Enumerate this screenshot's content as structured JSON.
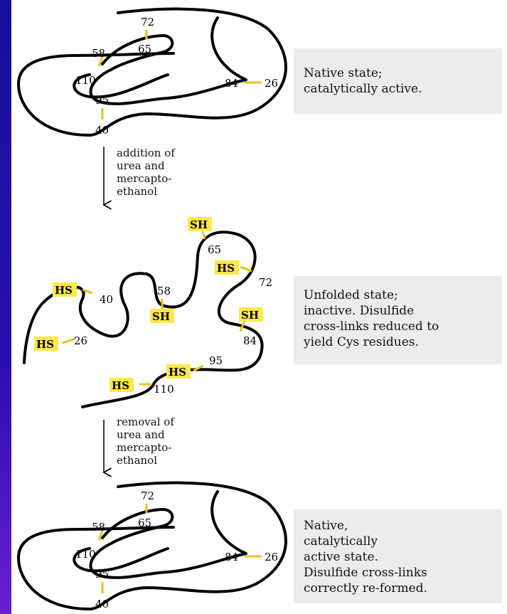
{
  "states": [
    {
      "description_lines": [
        "Native state;",
        "catalytically active."
      ],
      "residues": [
        "72",
        "65",
        "58",
        "110",
        "84",
        "26",
        "95",
        "40"
      ]
    },
    {
      "description_lines": [
        "Unfolded state;",
        "inactive.  Disulfide",
        "cross-links reduced to",
        "yield Cys residues."
      ],
      "residues": [
        "65",
        "72",
        "40",
        "58",
        "26",
        "84",
        "95",
        "110"
      ],
      "thiol_groups": [
        "SH",
        "HS",
        "HS",
        "SH",
        "SH",
        "HS",
        "HS",
        "HS"
      ]
    },
    {
      "description_lines": [
        "Native,",
        "catalytically",
        "active state.",
        "Disulfide cross-links",
        "correctly re-formed."
      ],
      "residues": [
        "72",
        "65",
        "58",
        "110",
        "84",
        "26",
        "95",
        "40"
      ]
    }
  ],
  "steps": [
    {
      "lines": [
        "addition of",
        "urea and",
        "mercapto-",
        "ethanol"
      ]
    },
    {
      "lines": [
        "removal of",
        "urea and",
        "mercapto-",
        "ethanol"
      ]
    }
  ],
  "colors": {
    "highlight": "#ffe84a",
    "bridge": "#e8c21a",
    "background": "#1a12a0"
  }
}
